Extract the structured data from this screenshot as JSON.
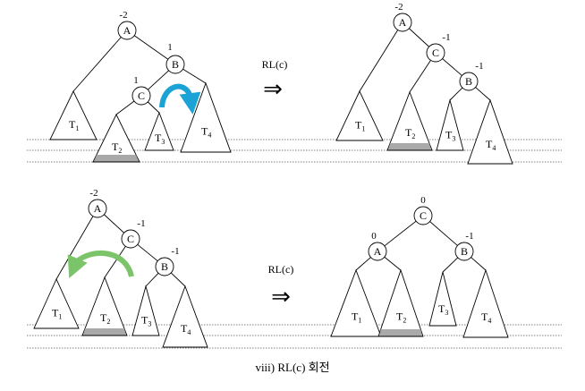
{
  "caption": "viii) RL(c) 회전",
  "operation_label": "RL(c)",
  "arrow_glyph": "⇒",
  "colors": {
    "line": "#000000",
    "baseline": "#555555",
    "shade": "#a9a9a9",
    "rotate_arrow_top": "#1ba3d6",
    "rotate_arrow_bottom": "#7cc46a"
  },
  "diagrams": [
    {
      "id": "top-before",
      "nodes": [
        {
          "id": "A",
          "label": "A",
          "bf": "-2"
        },
        {
          "id": "B",
          "label": "B",
          "bf": "1"
        },
        {
          "id": "C",
          "label": "C",
          "bf": "1"
        }
      ],
      "subtrees": [
        {
          "base": "T",
          "sub": "1"
        },
        {
          "base": "T",
          "sub": "2",
          "shaded": true
        },
        {
          "base": "T",
          "sub": "3"
        },
        {
          "base": "T",
          "sub": "4"
        }
      ]
    },
    {
      "id": "top-after",
      "nodes": [
        {
          "id": "A",
          "label": "A",
          "bf": "-2"
        },
        {
          "id": "C",
          "label": "C",
          "bf": "-1"
        },
        {
          "id": "B",
          "label": "B",
          "bf": "-1"
        }
      ],
      "subtrees": [
        {
          "base": "T",
          "sub": "1"
        },
        {
          "base": "T",
          "sub": "2",
          "shaded": true
        },
        {
          "base": "T",
          "sub": "3"
        },
        {
          "base": "T",
          "sub": "4"
        }
      ]
    },
    {
      "id": "bottom-before",
      "nodes": [
        {
          "id": "A",
          "label": "A",
          "bf": "-2"
        },
        {
          "id": "C",
          "label": "C",
          "bf": "-1"
        },
        {
          "id": "B",
          "label": "B",
          "bf": "-1"
        }
      ],
      "subtrees": [
        {
          "base": "T",
          "sub": "1"
        },
        {
          "base": "T",
          "sub": "2",
          "shaded": true
        },
        {
          "base": "T",
          "sub": "3"
        },
        {
          "base": "T",
          "sub": "4"
        }
      ]
    },
    {
      "id": "bottom-after",
      "nodes": [
        {
          "id": "C",
          "label": "C",
          "bf": "0"
        },
        {
          "id": "A",
          "label": "A",
          "bf": "0"
        },
        {
          "id": "B",
          "label": "B",
          "bf": "-1"
        }
      ],
      "subtrees": [
        {
          "base": "T",
          "sub": "1"
        },
        {
          "base": "T",
          "sub": "2",
          "shaded": true
        },
        {
          "base": "T",
          "sub": "3"
        },
        {
          "base": "T",
          "sub": "4"
        }
      ]
    }
  ]
}
